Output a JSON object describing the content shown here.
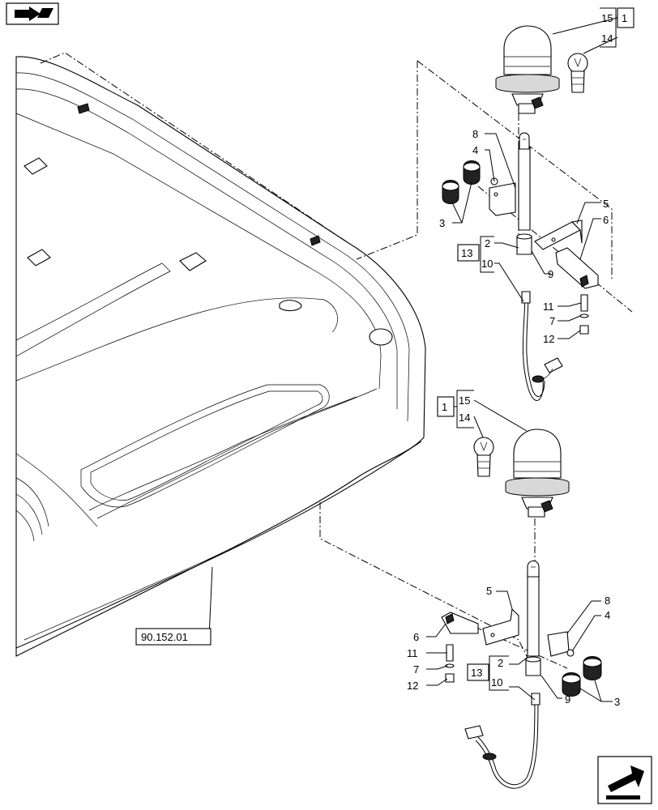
{
  "callouts": {
    "upper": {
      "ref_box": "1",
      "c15": "15",
      "c14": "14",
      "c8": "8",
      "c4": "4",
      "c3": "3",
      "c5": "5",
      "c6": "6",
      "c13": "13",
      "c2": "2",
      "c10": "10",
      "c9": "9",
      "c11": "11",
      "c7": "7",
      "c12": "12"
    },
    "lower": {
      "ref_box": "1",
      "c15": "15",
      "c14": "14",
      "c5": "5",
      "c8": "8",
      "c4": "4",
      "c6": "6",
      "c11": "11",
      "c7": "7",
      "c12": "12",
      "c13": "13",
      "c2": "2",
      "c10": "10",
      "c9": "9",
      "c3": "3"
    },
    "roof_reference": "90.152.01"
  },
  "icons": {
    "top_left": "previous-section-arrow-icon",
    "bottom_right": "next-page-arrow-icon"
  }
}
